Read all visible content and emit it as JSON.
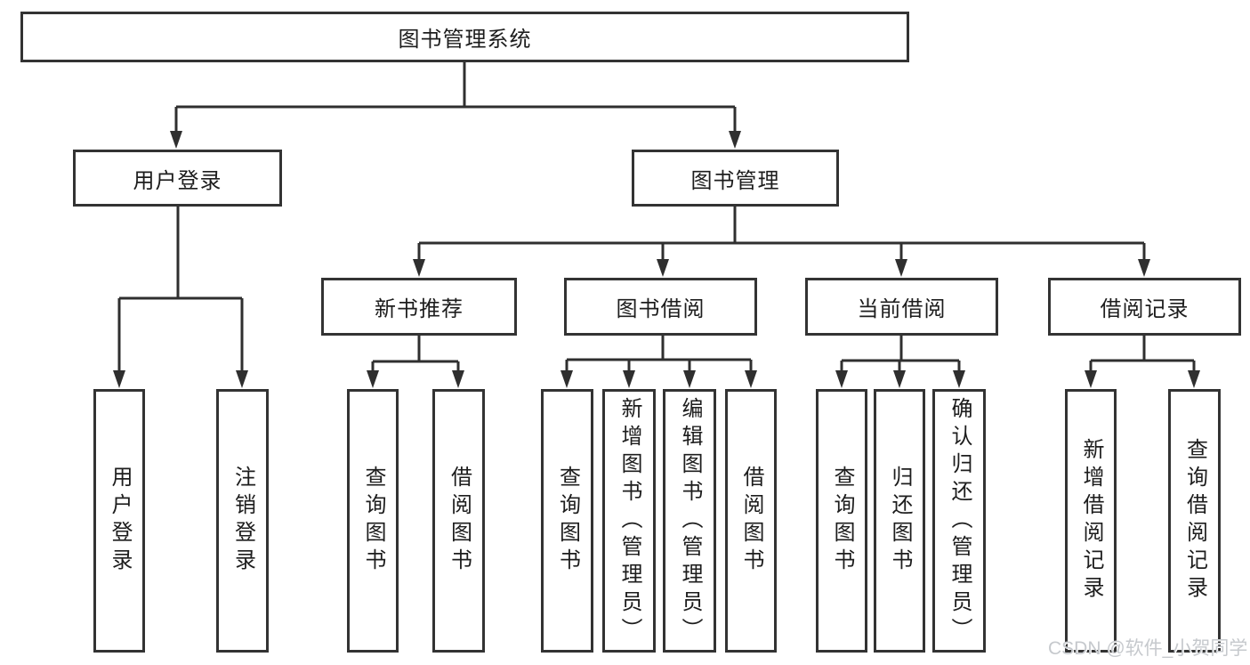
{
  "diagram": {
    "root": "图书管理系统",
    "l2": [
      "用户登录",
      "图书管理"
    ],
    "l3": [
      "新书推荐",
      "图书借阅",
      "当前借阅",
      "借阅记录"
    ],
    "leaves": {
      "user": [
        "用户登录",
        "注销登录"
      ],
      "recommend": [
        "查询图书",
        "借阅图书"
      ],
      "borrow": [
        "查询图书",
        "新增图书（管理员）",
        "编辑图书（管理员）",
        "借阅图书"
      ],
      "current": [
        "查询图书",
        "归还图书",
        "确认归还（管理员）"
      ],
      "records": [
        "新增借阅记录",
        "查询借阅记录"
      ]
    }
  },
  "watermark": {
    "text": "CSDN @软件_小贺同学"
  },
  "colors": {
    "line": "#2f2f2f",
    "border": "#333333",
    "text": "#1d1d1d",
    "watermark": "#c6c9cd",
    "background": "#ffffff"
  }
}
